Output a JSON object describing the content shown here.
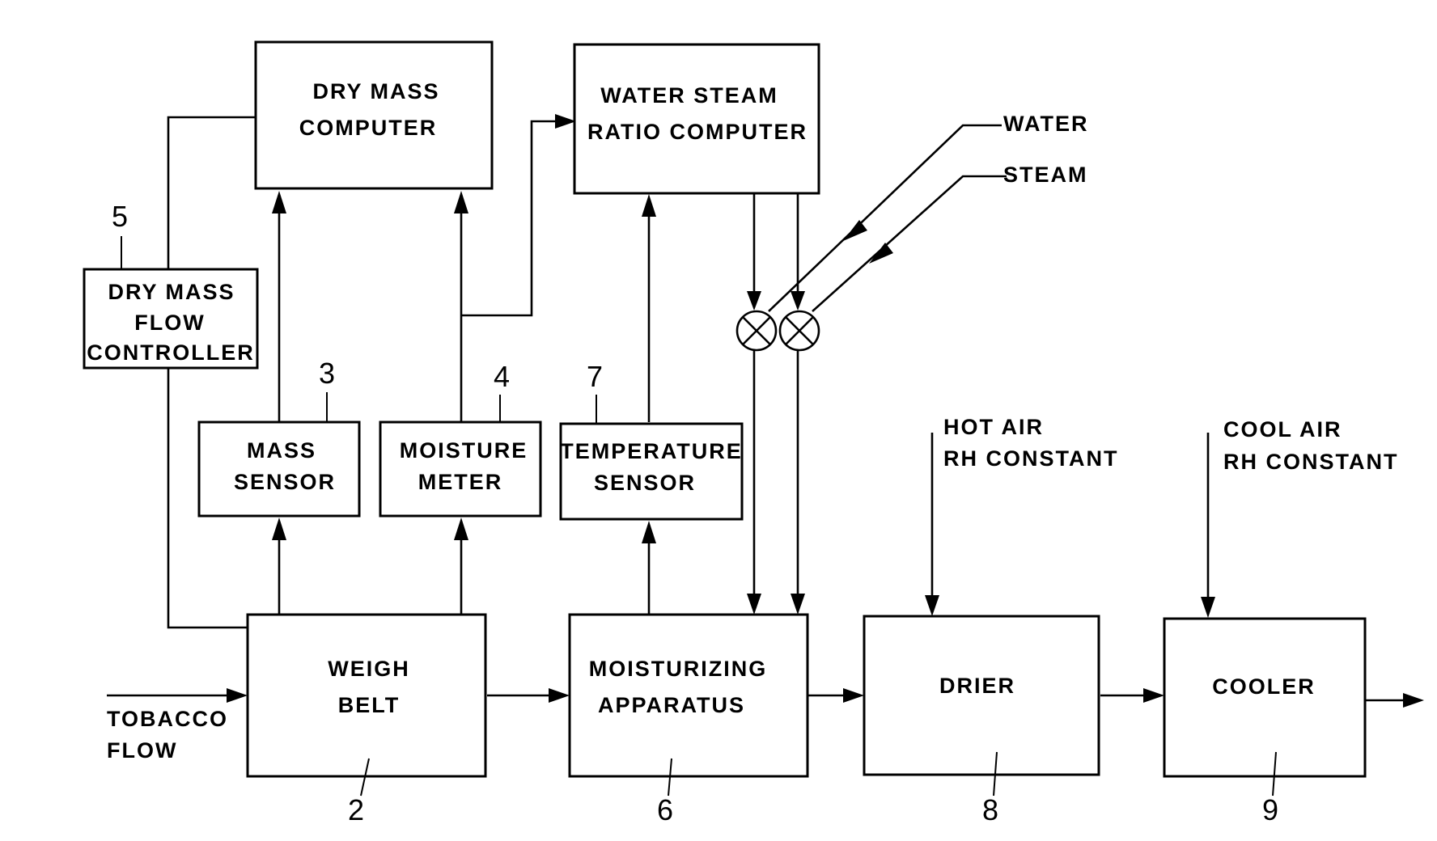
{
  "blocks": {
    "dry_mass_computer": {
      "line1": "DRY  MASS",
      "line2": "COMPUTER"
    },
    "water_steam_ratio_computer": {
      "line1": "WATER  STEAM",
      "line2": "RATIO COMPUTER"
    },
    "dry_mass_flow_controller": {
      "line1": "DRY  MASS",
      "line2": "FLOW",
      "line3": "CONTROLLER",
      "ref": "5"
    },
    "mass_sensor": {
      "line1": "MASS",
      "line2": "SENSOR",
      "ref": "3"
    },
    "moisture_meter": {
      "line1": "MOISTURE",
      "line2": "METER",
      "ref": "4"
    },
    "temperature_sensor": {
      "line1": "TEMPERATURE",
      "line2": "SENSOR",
      "ref": "7"
    },
    "weigh_belt": {
      "line1": "WEIGH",
      "line2": "BELT",
      "ref": "2"
    },
    "moisturizing_apparatus": {
      "line1": "MOISTURIZING",
      "line2": "APPARATUS",
      "ref": "6"
    },
    "drier": {
      "line1": "DRIER",
      "ref": "8"
    },
    "cooler": {
      "line1": "COOLER",
      "ref": "9"
    }
  },
  "inputs": {
    "water": "WATER",
    "steam": "STEAM",
    "hot_air": {
      "line1": "HOT  AIR",
      "line2": "RH CONSTANT"
    },
    "cool_air": {
      "line1": "COOL  AIR",
      "line2": "RH CONSTANT"
    },
    "tobacco_flow": {
      "line1": "TOBACCO",
      "line2": "FLOW"
    }
  }
}
